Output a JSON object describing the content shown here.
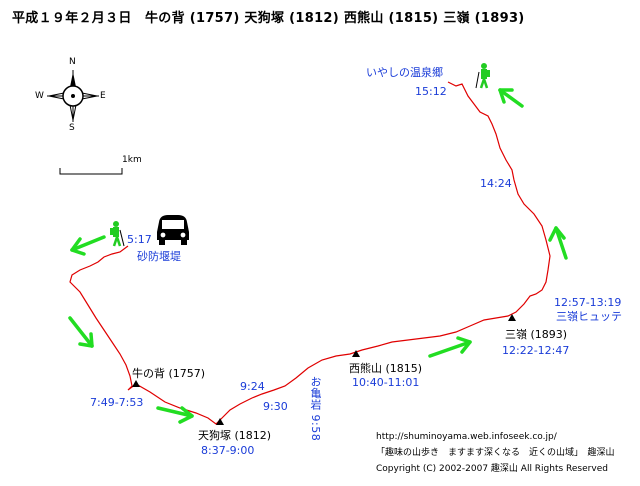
{
  "title": "平成１９年２月３日　牛の背 (1757) 天狗塚 (1812) 西熊山 (1815) 三嶺 (1893)",
  "compass": {
    "n": "N",
    "s": "S",
    "e": "E",
    "w": "W"
  },
  "scale_label": "1km",
  "start": {
    "time": "5:17",
    "place": "砂防堰堤"
  },
  "points": {
    "ushinose": {
      "name": "牛の背 (1757)",
      "time": "7:49-7:53"
    },
    "tenguzuka": {
      "name": "天狗塚 (1812)",
      "time": "8:37-9:00"
    },
    "t924": "9:24",
    "t930": "9:30",
    "okameiwa": "お亀岩 9:58",
    "nishikuma": {
      "name": "西熊山 (1815)",
      "time": "10:40-11:01"
    },
    "sanrei": {
      "name": "三嶺 (1893)",
      "time": "12:22-12:47"
    },
    "hutte": {
      "time": "12:57-13:19",
      "name": "三嶺ヒュッテ"
    },
    "t1424": "14:24",
    "goal": {
      "name": "いやしの温泉郷",
      "time": "15:12"
    }
  },
  "footer": {
    "url": "http://shuminoyama.web.infoseek.co.jp/",
    "series": "「趣味の山歩き　ますます深くなる　近くの山域」　趣深山",
    "copyright": "Copyright (C) 2002-2007 趣深山 All Rights Reserved"
  },
  "colors": {
    "route": "#e00000",
    "arrow": "#22dd22",
    "blue_text": "#1a3cd8",
    "hiker": "#22cc22"
  },
  "icons": [
    "compass-rose-icon",
    "car-icon",
    "hiker-icon",
    "summit-triangle-icon",
    "direction-arrow-icon"
  ]
}
